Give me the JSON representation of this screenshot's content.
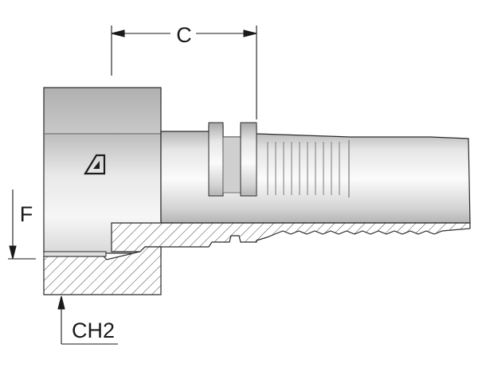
{
  "dimensions": {
    "c_label": "C",
    "f_label": "F",
    "ch2_label": "CH2"
  },
  "colors": {
    "metal_light": "#ececec",
    "metal_mid": "#c9c9c9",
    "metal_dark": "#9b9b9b",
    "outline": "#2a2a2a",
    "hatch": "#444444"
  },
  "icons": {
    "brand_logo": "manufacturer-logo-icon"
  }
}
